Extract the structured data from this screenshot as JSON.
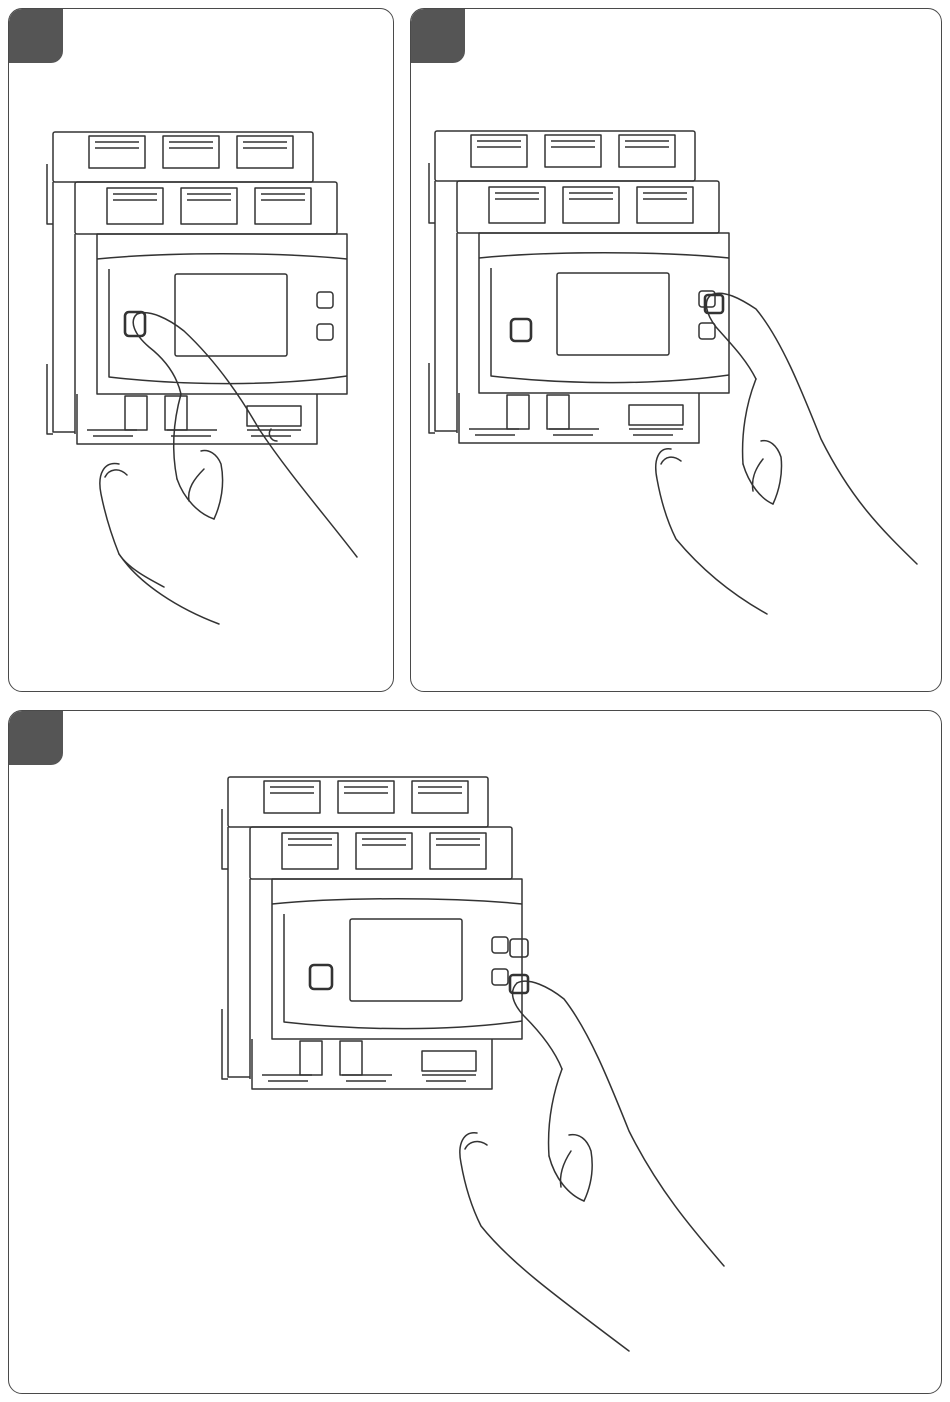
{
  "figure": {
    "panels": [
      {
        "id": "step-1",
        "action": "press-left-button",
        "highlighted_button": "left-button",
        "badge_label": ""
      },
      {
        "id": "step-2",
        "action": "press-right-upper-button",
        "highlighted_button": "right-upper-button",
        "badge_label": ""
      },
      {
        "id": "step-3",
        "action": "press-right-lower-button",
        "highlighted_button": "right-lower-button",
        "badge_label": ""
      }
    ],
    "colors": {
      "line": "#333333",
      "badge": "#555555",
      "panel_border": "#4a4a4a",
      "background": "#ffffff"
    },
    "icons": [
      "controller-device",
      "pressing-hand-icon"
    ]
  }
}
